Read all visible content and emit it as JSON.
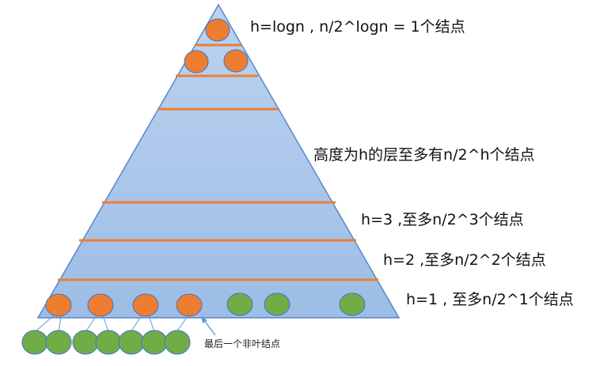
{
  "annotations": {
    "top": "h=logn , n/2^logn = 1个结点",
    "mid": "高度为h的层至多有n/2^h个结点",
    "h3": "h=3 ,至多n/2^3个结点",
    "h2": "h=2 ,至多n/2^2个结点",
    "h1": "h=1 , 至多n/2^1个结点",
    "last_nonleaf": "最后一个非叶结点"
  },
  "colors": {
    "triangle_fill": "#a9c4e8",
    "triangle_stroke": "#5a86c7",
    "level_line": "#ed7d31",
    "internal_node": "#ed7d31",
    "leaf_node": "#70ad47",
    "arrow": "#5b9bd5"
  },
  "structure": {
    "top_level_nodes": 1,
    "second_level_nodes": 2,
    "h1_internal_nodes": 4,
    "h1_leaf_nodes": 3,
    "bottom_leaf_nodes": 7
  }
}
